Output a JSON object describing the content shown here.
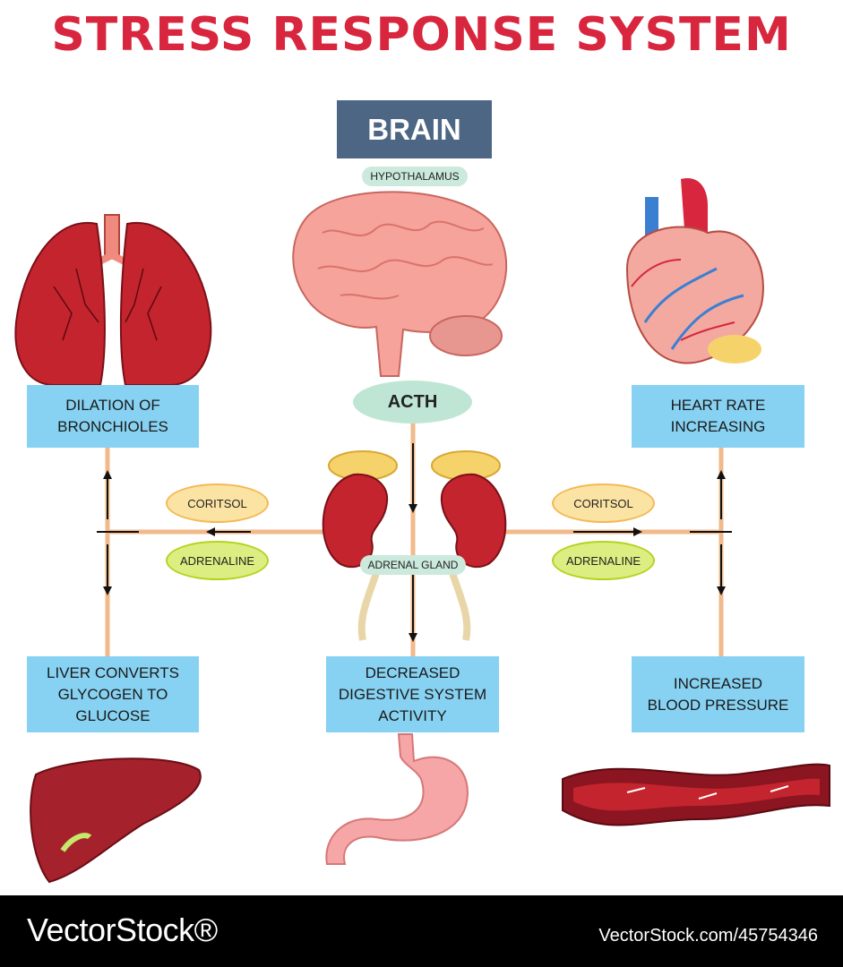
{
  "title": "STRESS RESPONSE SYSTEM",
  "brain": {
    "label": "BRAIN",
    "hypothalamus": "HYPOTHALAMUS"
  },
  "hormones": {
    "acth": "ACTH",
    "adrenal_gland": "ADRENAL GLAND",
    "left_cortisol": "CORITSOL",
    "left_adrenaline": "ADRENALINE",
    "right_cortisol": "CORITSOL",
    "right_adrenaline": "ADRENALINE"
  },
  "effects": {
    "lungs": "DILATION OF\nBRONCHIOLES",
    "heart": "HEART RATE\nINCREASING",
    "liver": "LIVER CONVERTS\nGLYCOGEN TO\nGLUCOSE",
    "digestive": "DECREASED\nDIGESTIVE SYSTEM\nACTIVITY",
    "blood_pressure": "INCREASED\nBLOOD PRESSURE"
  },
  "footer": {
    "brand": "VectorStock®",
    "stock_id": "VectorStock.com/45754346"
  },
  "colors": {
    "title": "#d7263d",
    "brain_box": "#4d6684",
    "effect_box": "#87d2f2",
    "connector": "#f2b98a"
  }
}
